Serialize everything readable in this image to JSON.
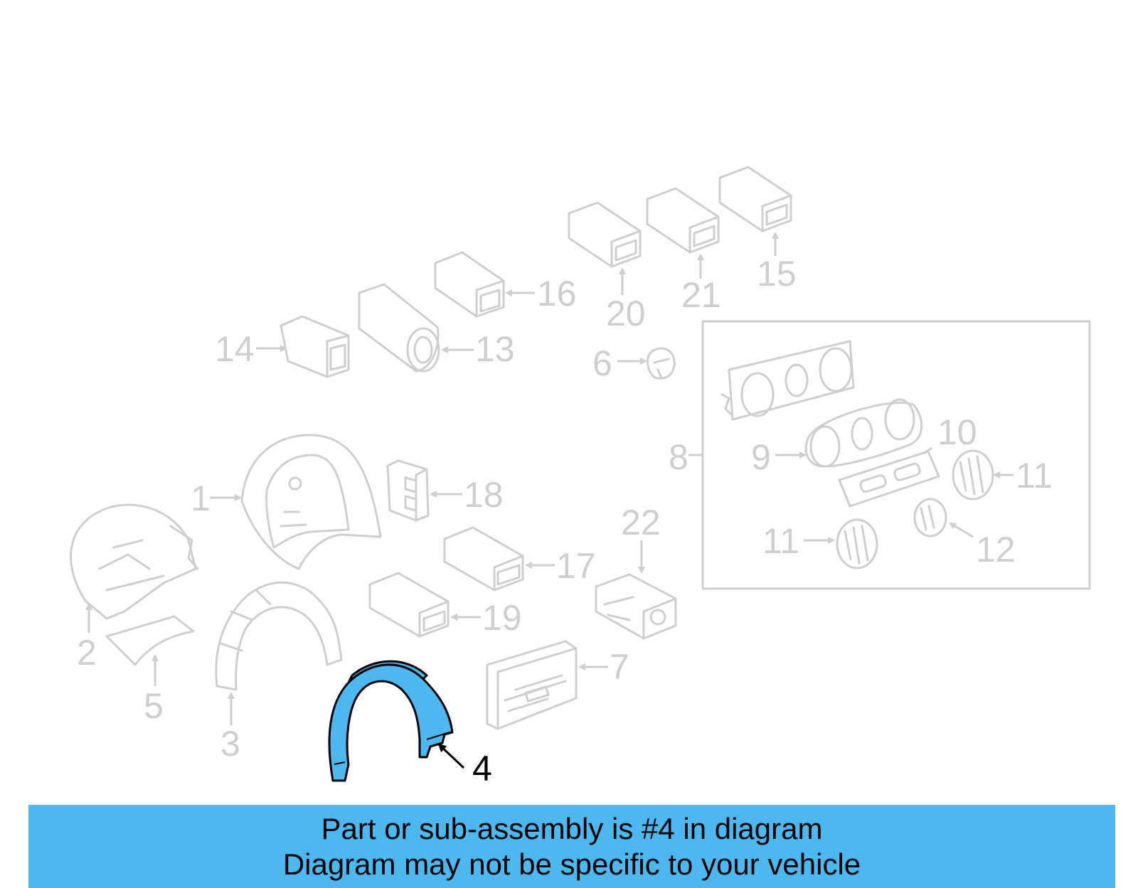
{
  "callouts": [
    "1",
    "2",
    "3",
    "4",
    "5",
    "6",
    "7",
    "8",
    "9",
    "10",
    "11",
    "11",
    "12",
    "13",
    "14",
    "15",
    "16",
    "17",
    "18",
    "19",
    "20",
    "21",
    "22"
  ],
  "highlight": {
    "part_number": "4",
    "fill_color": "#4db8f0",
    "stroke_color": "#000000"
  },
  "colors": {
    "part_stroke": "#cfcfcf",
    "banner_bg": "#4db8f0",
    "banner_text": "#000000"
  },
  "banner": {
    "line1": "Part or sub-assembly is #4 in diagram",
    "line2": "Diagram may not be specific to your vehicle"
  }
}
